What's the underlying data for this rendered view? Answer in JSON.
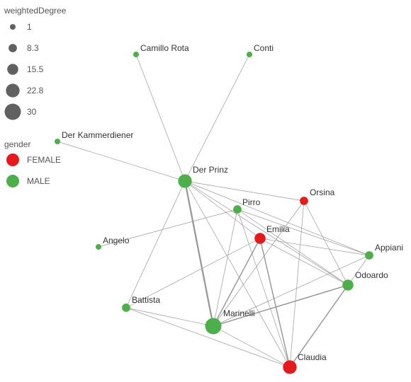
{
  "legend": {
    "size_title": "weightedDegree",
    "size_items": [
      {
        "label": "1",
        "value": 1
      },
      {
        "label": "8.3",
        "value": 8.3
      },
      {
        "label": "15.5",
        "value": 15.5
      },
      {
        "label": "22.8",
        "value": 22.8
      },
      {
        "label": "30",
        "value": 30
      }
    ],
    "color_title": "gender",
    "color_items": [
      {
        "label": "FEMALE",
        "color": "#e41a1c"
      },
      {
        "label": "MALE",
        "color": "#4daf4a"
      }
    ],
    "size_marker_color": "#616161"
  },
  "nodes": [
    {
      "id": "camillo-rota",
      "label": "Camillo Rota",
      "gender": "MALE",
      "weightedDegree": 1
    },
    {
      "id": "conti",
      "label": "Conti",
      "gender": "MALE",
      "weightedDegree": 1
    },
    {
      "id": "der-kammerdiener",
      "label": "Der Kammerdiener",
      "gender": "MALE",
      "weightedDegree": 1
    },
    {
      "id": "der-prinz",
      "label": "Der Prinz",
      "gender": "MALE",
      "weightedDegree": 22.8
    },
    {
      "id": "orsina",
      "label": "Orsina",
      "gender": "FEMALE",
      "weightedDegree": 8.3
    },
    {
      "id": "pirro",
      "label": "Pirro",
      "gender": "MALE",
      "weightedDegree": 8.3
    },
    {
      "id": "emilia",
      "label": "Emilia",
      "gender": "FEMALE",
      "weightedDegree": 15.5
    },
    {
      "id": "angelo",
      "label": "Angelo",
      "gender": "MALE",
      "weightedDegree": 1
    },
    {
      "id": "appiani",
      "label": "Appiani",
      "gender": "MALE",
      "weightedDegree": 8.3
    },
    {
      "id": "odoardo",
      "label": "Odoardo",
      "gender": "MALE",
      "weightedDegree": 15.5
    },
    {
      "id": "battista",
      "label": "Battista",
      "gender": "MALE",
      "weightedDegree": 8.3
    },
    {
      "id": "marinelli",
      "label": "Marinelli",
      "gender": "MALE",
      "weightedDegree": 30
    },
    {
      "id": "claudia",
      "label": "Claudia",
      "gender": "FEMALE",
      "weightedDegree": 22.8
    }
  ],
  "edges": [
    {
      "source": "der-prinz",
      "target": "camillo-rota",
      "weight": 1
    },
    {
      "source": "der-prinz",
      "target": "conti",
      "weight": 1
    },
    {
      "source": "der-prinz",
      "target": "der-kammerdiener",
      "weight": 1
    },
    {
      "source": "der-prinz",
      "target": "marinelli",
      "weight": 3
    },
    {
      "source": "der-prinz",
      "target": "orsina",
      "weight": 1
    },
    {
      "source": "der-prinz",
      "target": "emilia",
      "weight": 1
    },
    {
      "source": "der-prinz",
      "target": "odoardo",
      "weight": 1
    },
    {
      "source": "der-prinz",
      "target": "appiani",
      "weight": 1
    },
    {
      "source": "der-prinz",
      "target": "battista",
      "weight": 1
    },
    {
      "source": "der-prinz",
      "target": "claudia",
      "weight": 1
    },
    {
      "source": "pirro",
      "target": "angelo",
      "weight": 1
    },
    {
      "source": "pirro",
      "target": "marinelli",
      "weight": 1
    },
    {
      "source": "pirro",
      "target": "claudia",
      "weight": 1
    },
    {
      "source": "pirro",
      "target": "odoardo",
      "weight": 1
    },
    {
      "source": "pirro",
      "target": "appiani",
      "weight": 1
    },
    {
      "source": "emilia",
      "target": "marinelli",
      "weight": 2
    },
    {
      "source": "emilia",
      "target": "claudia",
      "weight": 2
    },
    {
      "source": "emilia",
      "target": "odoardo",
      "weight": 1
    },
    {
      "source": "emilia",
      "target": "appiani",
      "weight": 1
    },
    {
      "source": "emilia",
      "target": "battista",
      "weight": 1
    },
    {
      "source": "orsina",
      "target": "marinelli",
      "weight": 1
    },
    {
      "source": "orsina",
      "target": "odoardo",
      "weight": 1
    },
    {
      "source": "orsina",
      "target": "claudia",
      "weight": 1
    },
    {
      "source": "odoardo",
      "target": "marinelli",
      "weight": 2
    },
    {
      "source": "odoardo",
      "target": "claudia",
      "weight": 2
    },
    {
      "source": "appiani",
      "target": "marinelli",
      "weight": 1
    },
    {
      "source": "appiani",
      "target": "claudia",
      "weight": 1
    },
    {
      "source": "battista",
      "target": "marinelli",
      "weight": 1
    },
    {
      "source": "battista",
      "target": "claudia",
      "weight": 1
    },
    {
      "source": "marinelli",
      "target": "claudia",
      "weight": 1
    }
  ]
}
